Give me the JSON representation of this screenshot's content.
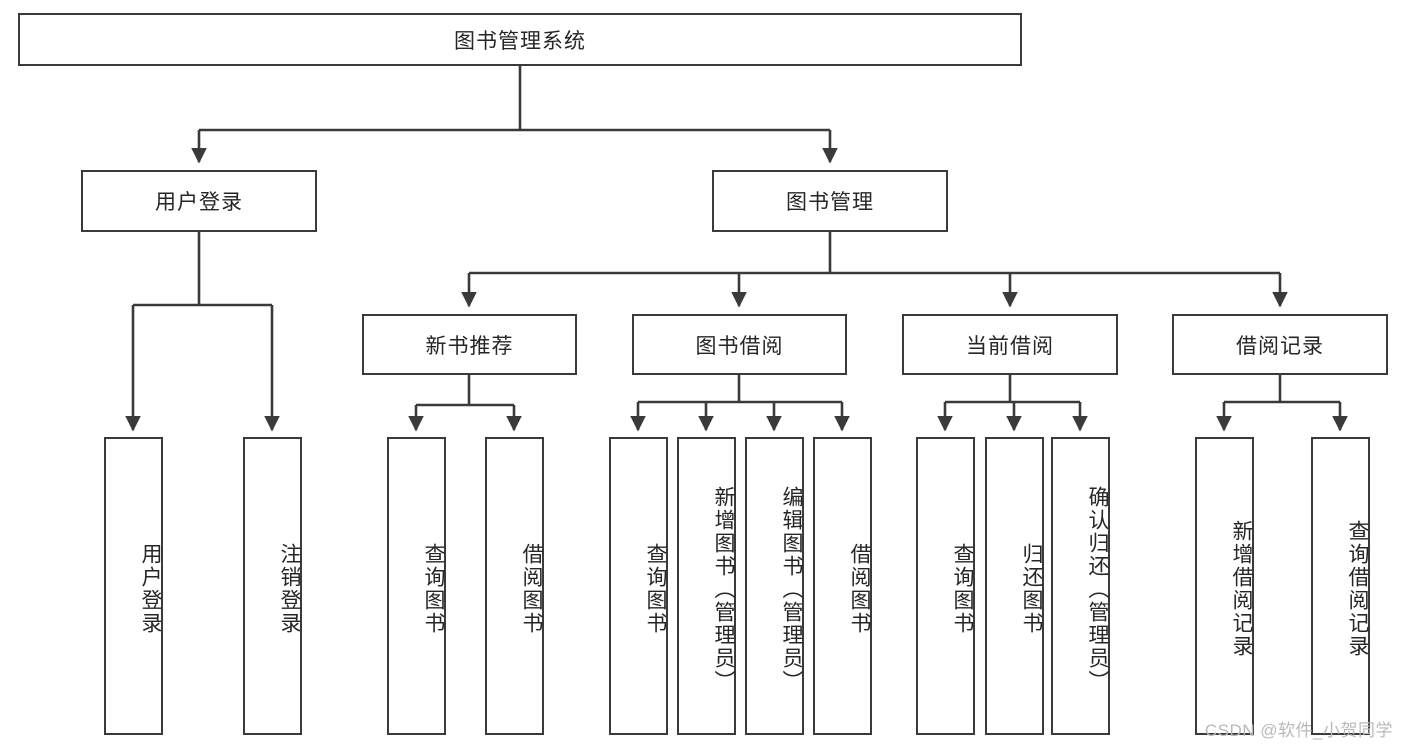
{
  "diagram": {
    "title": "图书管理系统",
    "type": "tree-hierarchy-chart",
    "root": {
      "label": "图书管理系统"
    },
    "level2": [
      {
        "label": "用户登录"
      },
      {
        "label": "图书管理"
      }
    ],
    "level3": [
      {
        "label": "新书推荐"
      },
      {
        "label": "图书借阅"
      },
      {
        "label": "当前借阅"
      },
      {
        "label": "借阅记录"
      }
    ],
    "leaves": {
      "user_login": [
        {
          "label": "用户登录"
        },
        {
          "label": "注销登录"
        }
      ],
      "new_book_recommend": [
        {
          "label": "查询图书"
        },
        {
          "label": "借阅图书"
        }
      ],
      "book_borrow": [
        {
          "label": "查询图书"
        },
        {
          "label": "新增图书（管理员）"
        },
        {
          "label": "编辑图书（管理员）"
        },
        {
          "label": "借阅图书"
        }
      ],
      "current_borrow": [
        {
          "label": "查询图书"
        },
        {
          "label": "归还图书"
        },
        {
          "label": "确认归还（管理员）"
        }
      ],
      "borrow_record": [
        {
          "label": "新增借阅记录"
        },
        {
          "label": "查询借阅记录"
        }
      ]
    }
  },
  "watermark": {
    "text": "CSDN @软件_小贺同学"
  },
  "colors": {
    "stroke": "#3a3a3a",
    "background": "#ffffff",
    "text": "#262626",
    "watermark": "#b9b9b9"
  }
}
